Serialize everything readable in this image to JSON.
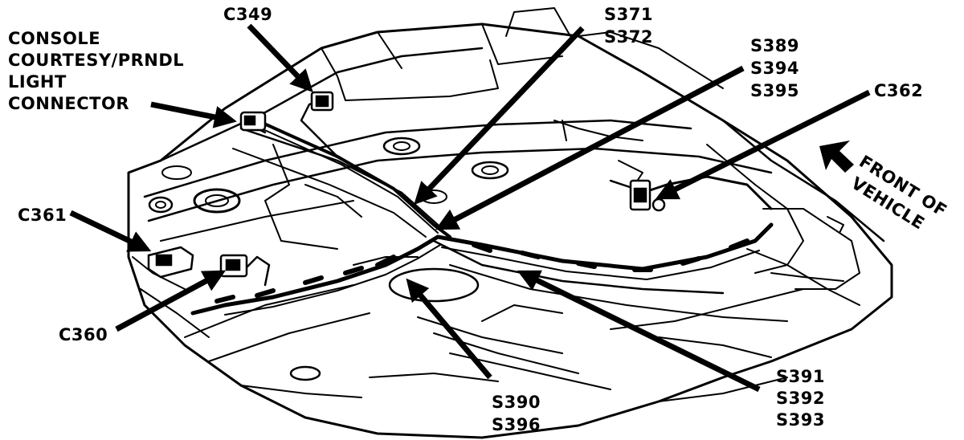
{
  "colors": {
    "ink": "#000000",
    "paper": "#ffffff"
  },
  "callouts": {
    "console_line1": "CONSOLE",
    "console_line2": "COURTESY/PRNDL",
    "console_line3": "LIGHT",
    "console_line4": "CONNECTOR",
    "c349": "C349",
    "s371": "S371",
    "s372": "S372",
    "s389": "S389",
    "s394": "S394",
    "s395": "S395",
    "c362": "C362",
    "front_line1": "FRONT OF",
    "front_line2": "VEHICLE",
    "c361": "C361",
    "c360": "C360",
    "s390": "S390",
    "s396": "S396",
    "s391": "S391",
    "s392": "S392",
    "s393": "S393"
  }
}
